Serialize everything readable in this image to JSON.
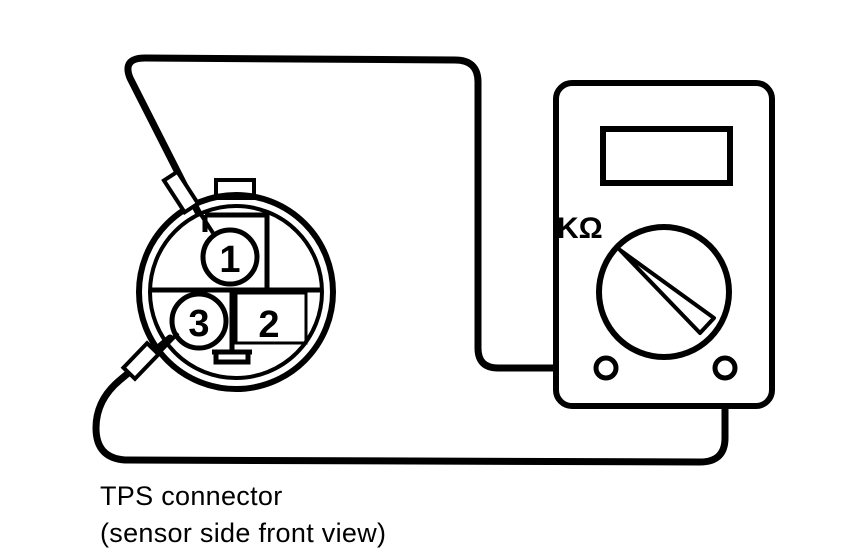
{
  "connector": {
    "pins": [
      {
        "id": "pin-1",
        "label": "1"
      },
      {
        "id": "pin-2",
        "label": "2"
      },
      {
        "id": "pin-3",
        "label": "3"
      }
    ]
  },
  "meter": {
    "range_label": "KΩ"
  },
  "caption": {
    "line1": "TPS connector",
    "line2": "(sensor side front view)"
  }
}
